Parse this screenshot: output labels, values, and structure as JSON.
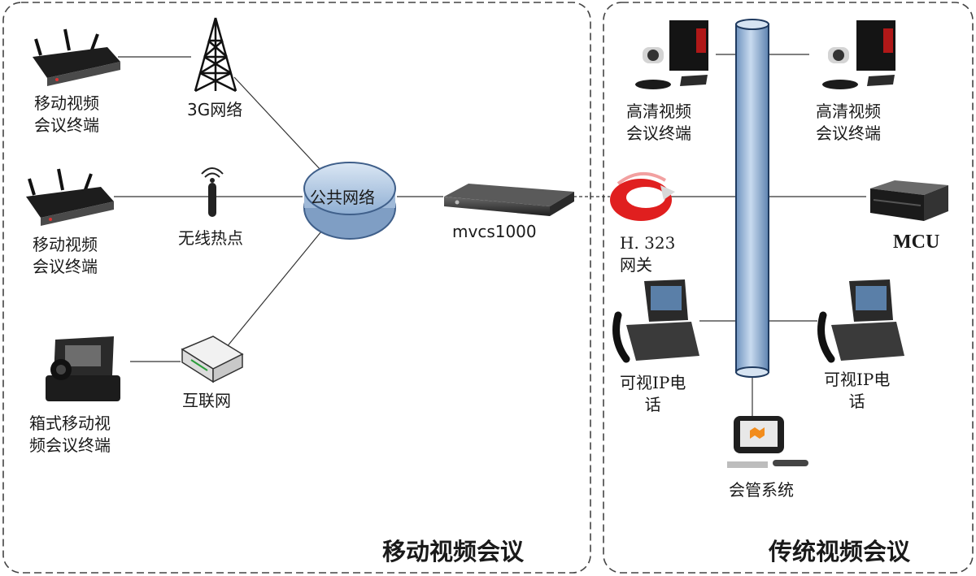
{
  "sections": {
    "mobile": "移动视频会议",
    "traditional": "传统视频会议"
  },
  "mobile_side": {
    "terminal_1": [
      "移动视频",
      "会议终端"
    ],
    "terminal_2": [
      "移动视频",
      "会议终端"
    ],
    "case_terminal": [
      "箱式移动视",
      "频会议终端"
    ],
    "network_3g": "3G网络",
    "hotspot": "无线热点",
    "internet": "互联网",
    "public_network": "公共网络",
    "gateway_device": "mvcs1000"
  },
  "traditional_side": {
    "hd_terminal_1": [
      "高清视频",
      "会议终端"
    ],
    "hd_terminal_2": [
      "高清视频",
      "会议终端"
    ],
    "h323_gateway": [
      "H. 323",
      "网关"
    ],
    "mcu": "MCU",
    "ip_phone_1": [
      "可视IP电",
      "话"
    ],
    "ip_phone_2": [
      "可视IP电",
      "话"
    ],
    "management": "会管系统"
  },
  "icons": [
    "router-icon",
    "cell-tower-icon",
    "wifi-antenna-icon",
    "case-terminal-icon",
    "modem-icon",
    "cloud-network-icon",
    "server-box-icon",
    "gateway-ring-icon",
    "hd-camera-terminal-icon",
    "mcu-rack-icon",
    "ip-video-phone-icon",
    "desktop-computer-icon"
  ],
  "colors": {
    "cloud_fill": "#b9cde4",
    "cloud_stroke": "#4d6f9a",
    "pipe_fill": "#a9c4e2",
    "pipe_stroke": "#1f3a5f",
    "gateway_red": "#e02020",
    "line": "#333333"
  }
}
